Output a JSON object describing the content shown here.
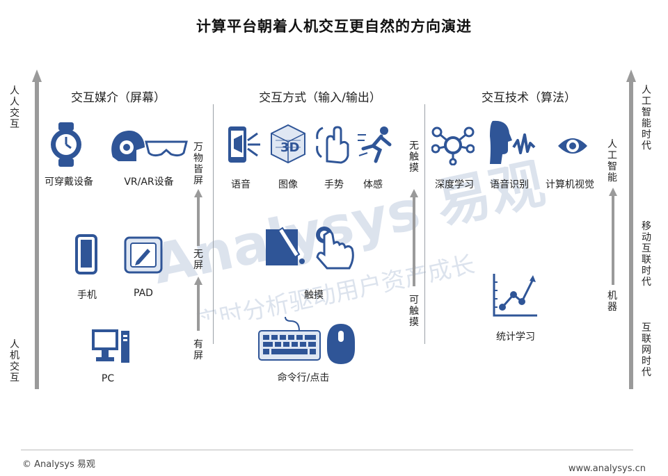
{
  "title": "计算平台朝着人机交互更自然的方向演进",
  "left_axis": {
    "top": "人人交互",
    "bottom": "人机交互"
  },
  "right_axis": {
    "top": "人工智能时代",
    "middle": "移动互联时代",
    "bottom": "互联网时代"
  },
  "sections": {
    "media": {
      "title": "交互媒介（屏幕）",
      "items": [
        "可穿戴设备",
        "VR/AR设备",
        "手机",
        "PAD",
        "PC"
      ],
      "stages": [
        "万物皆屏",
        "无屏",
        "有屏"
      ]
    },
    "method": {
      "title": "交互方式（输入/输出）",
      "items": [
        "语音",
        "图像",
        "手势",
        "体感",
        "触摸",
        "命令行/点击"
      ],
      "stages": [
        "无触摸",
        "可触摸"
      ]
    },
    "tech": {
      "title": "交互技术（算法）",
      "items": [
        "深度学习",
        "语音识别",
        "计算机视觉",
        "统计学习"
      ],
      "stages": [
        "人工智能",
        "机器"
      ]
    }
  },
  "watermark": {
    "brand": "Analysys 易观",
    "slogan": "实时分析驱动用户资产成长"
  },
  "footer": {
    "left": "© Analysys 易观",
    "right": "www.analysys.cn"
  },
  "colors": {
    "primary": "#2f5597",
    "arrow": "#9a9a9a",
    "divider": "#9aa0a6"
  },
  "icons": [
    "watch-icon",
    "vr-headset-icon",
    "ar-glasses-icon",
    "phone-icon",
    "tablet-icon",
    "pc-icon",
    "microphone-icon",
    "3d-cube-icon",
    "gesture-icon",
    "motion-icon",
    "touch-pen-icon",
    "touch-hand-icon",
    "keyboard-icon",
    "mouse-icon",
    "neural-network-icon",
    "voice-recognition-icon",
    "eye-icon",
    "statistics-chart-icon"
  ]
}
